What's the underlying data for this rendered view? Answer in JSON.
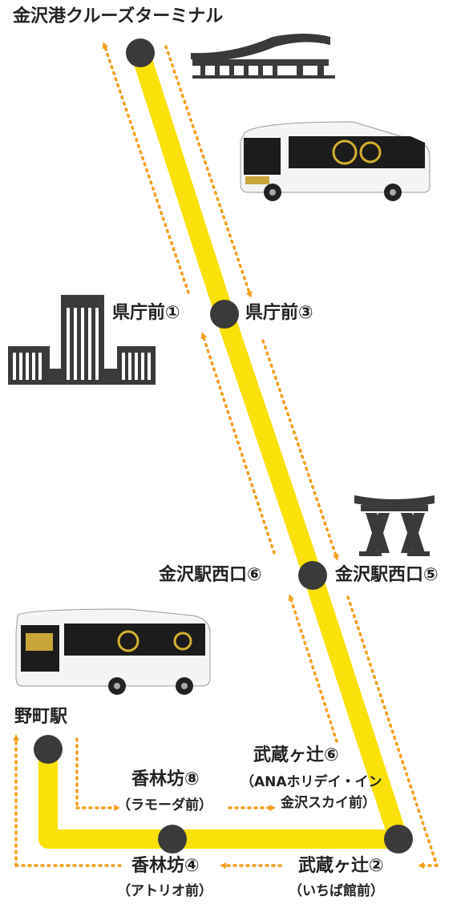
{
  "route_color": "#F9E109",
  "arrow_color": "#F2A01F",
  "stop_color": "#3a3a3a",
  "stops": {
    "terminal": "金沢港クルーズターミナル",
    "kencho1": "県庁前①",
    "kencho3": "県庁前③",
    "nishiguchi6": "金沢駅西口⑥",
    "nishiguchi5": "金沢駅西口⑤",
    "nomachi": "野町駅",
    "korinbo8": "香林坊⑧",
    "korinbo8_sub": "（ラモーダ前）",
    "musashi6": "武蔵ヶ辻⑥",
    "musashi6_sub1": "（ANAホリデイ・イン",
    "musashi6_sub2": "金沢スカイ前）",
    "korinbo4": "香林坊④",
    "korinbo4_sub": "（アトリオ前）",
    "musashi2": "武蔵ヶ辻②",
    "musashi2_sub": "（いちば館前）"
  },
  "icons": [
    "terminal-building-icon",
    "ev-bus-icon",
    "office-buildings-icon",
    "tsuzumi-gate-icon"
  ]
}
